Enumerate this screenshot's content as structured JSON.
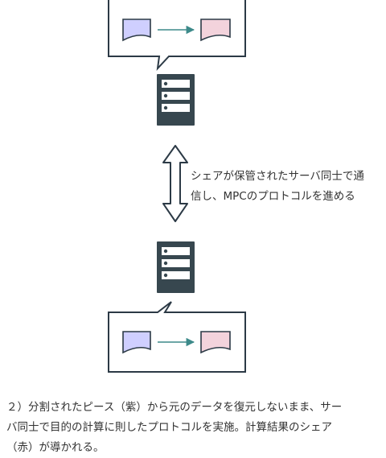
{
  "arrow_label": [
    "シェアが保管されたサーバ同士で通",
    "信し、MPCのプロトコルを進める"
  ],
  "caption": [
    "２）分割されたピース（紫）から元のデータを復元しないまま、サー",
    "バ同士で目的の計算に則したプロトコルを実施。計算結果のシェア",
    "（赤）が導かれる。"
  ],
  "colors": {
    "outline": "#2c3a46",
    "share_fill_purple": "#cfcfff",
    "share_fill_red": "#f3d3dc",
    "arrow_teal": "#3d8a8a",
    "server_body": "#37474f"
  }
}
